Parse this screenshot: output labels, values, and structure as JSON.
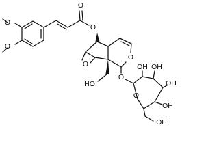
{
  "molecule": {
    "labels": {
      "o_methoxy_a": "O",
      "o_methoxy_b": "O",
      "o_ester_carbonyl": "O",
      "o_ester_link": "O",
      "o_ring_ether": "O",
      "o_epoxide": "O",
      "o_hydroxymethyl": "HO",
      "o_glycoside": "O",
      "o_sugar_ring": "O",
      "oh_sugar_1": "OH",
      "oh_sugar_2": "OH",
      "oh_sugar_3": "OH",
      "oh_sugar_4": "OH"
    },
    "colors": {
      "bond": "#111111",
      "label": "#111111",
      "background": "#ffffff"
    }
  }
}
